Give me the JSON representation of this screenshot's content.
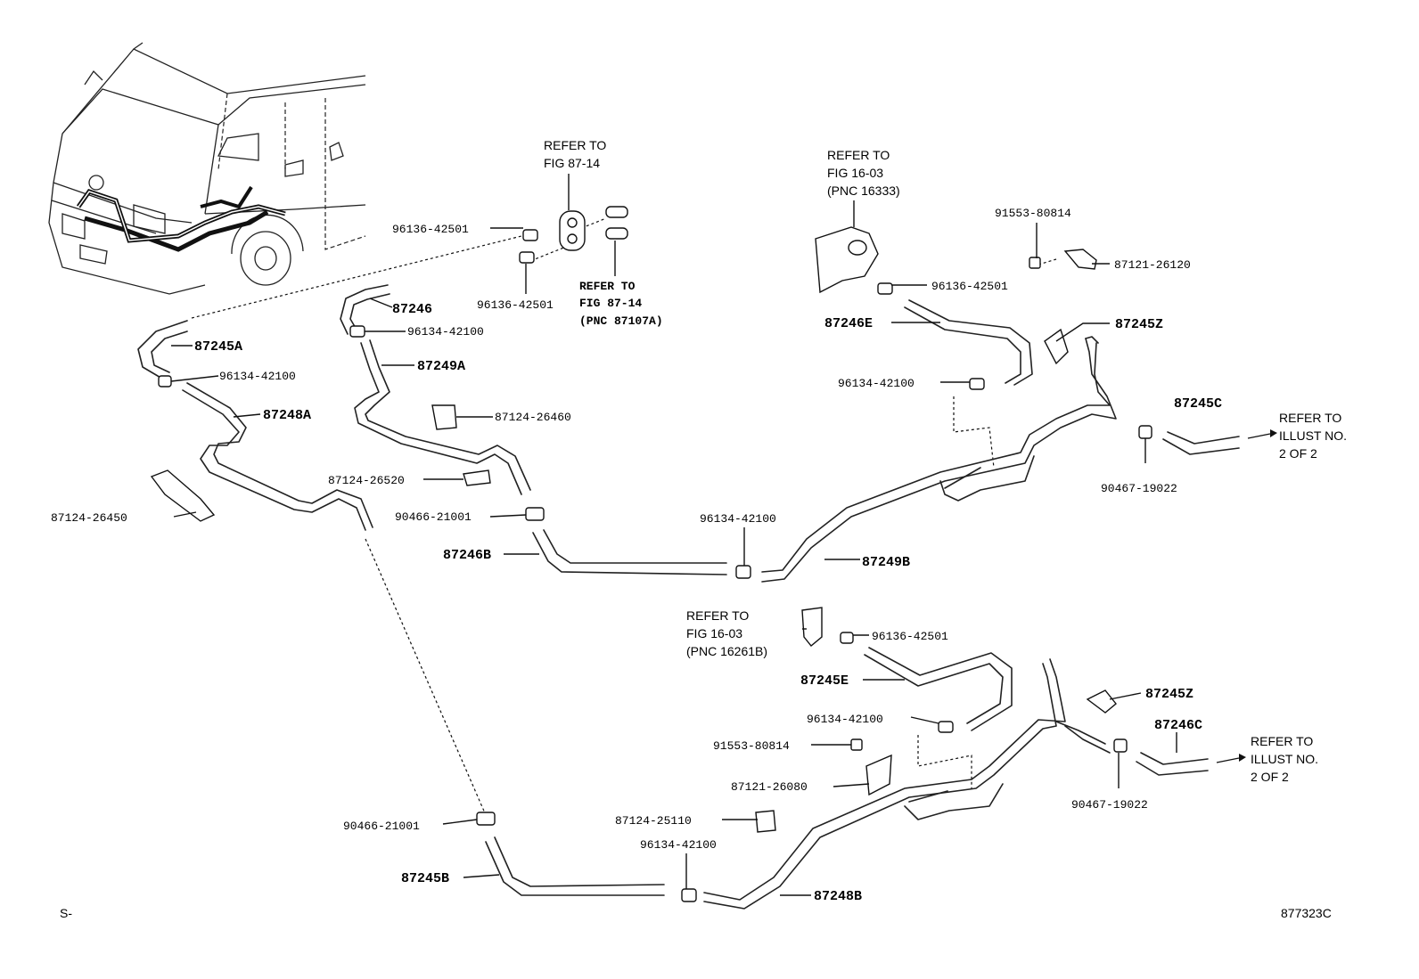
{
  "colors": {
    "line": "#111111",
    "background": "#ffffff"
  },
  "corner": {
    "left": "S-",
    "right": "877323C"
  },
  "main_hoses": {
    "h87245A": "87245A",
    "h87248A": "87248A",
    "h87246": "87246",
    "h87249A": "87249A",
    "h87246B": "87246B",
    "h87249B": "87249B",
    "h87246E": "87246E",
    "h87245Z_top": "87245Z",
    "h87245C": "87245C",
    "h87245E": "87245E",
    "h87245Z_bottom": "87245Z",
    "h87246C": "87246C",
    "h87245B": "87245B",
    "h87248B": "87248B"
  },
  "part_numbers": {
    "c96136_top_a": "96136-42501",
    "c96136_top_b": "96136-42501",
    "c96134_left": "96134-42100",
    "c96134_mid": "96134-42100",
    "c87124_26460": "87124-26460",
    "c87124_26520": "87124-26520",
    "c87124_26450": "87124-26450",
    "c90466_mid": "90466-21001",
    "c96134_87246B": "96134-42100",
    "c91553_top": "91553-80814",
    "c87121_26120": "87121-26120",
    "c96136_right": "96136-42501",
    "c96134_right": "96134-42100",
    "c90467_top": "90467-19022",
    "c96136_bottom": "96136-42501",
    "c96134_bottom": "96134-42100",
    "c91553_bottom": "91553-80814",
    "c87121_26080": "87121-26080",
    "c87124_25110": "87124-25110",
    "c90466_bottom": "90466-21001",
    "c96134_87245B": "96134-42100",
    "c90467_bottom": "90467-19022"
  },
  "refer_notes": {
    "fig87_top": [
      "REFER TO",
      "FIG 87-14"
    ],
    "fig87_pnc": [
      "REFER TO",
      "FIG 87-14",
      "(PNC 87107A)"
    ],
    "fig16_top": [
      "REFER TO",
      "FIG 16-03",
      "(PNC 16333)"
    ],
    "illust_top": [
      "REFER TO",
      "ILLUST NO.",
      "2 OF 2"
    ],
    "fig16_bottom": [
      "REFER TO",
      "FIG 16-03",
      "(PNC 16261B)"
    ],
    "illust_bottom": [
      "REFER TO",
      "ILLUST NO.",
      "2 OF 2"
    ]
  }
}
